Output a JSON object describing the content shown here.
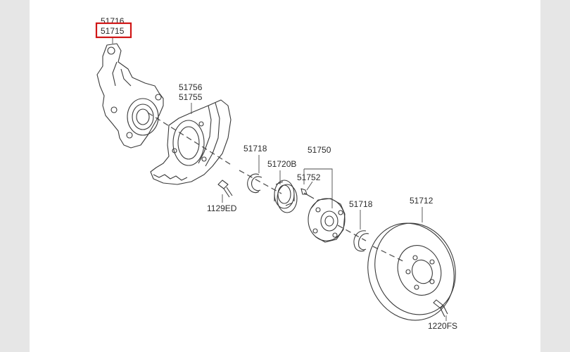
{
  "labels": {
    "p51716": "51716",
    "p51715": "51715",
    "p51756": "51756",
    "p51755": "51755",
    "p51718a": "51718",
    "p51750": "51750",
    "p51720b": "51720B",
    "p51752": "51752",
    "p1129ed": "1129ED",
    "p51718b": "51718",
    "p51712": "51712",
    "p1220fs": "1220FS"
  },
  "highlight": {
    "part": "51715",
    "color": "#d01616"
  },
  "colors": {
    "background": "#e6e6e6",
    "sheet": "#ffffff",
    "line": "#3a3a3a"
  }
}
